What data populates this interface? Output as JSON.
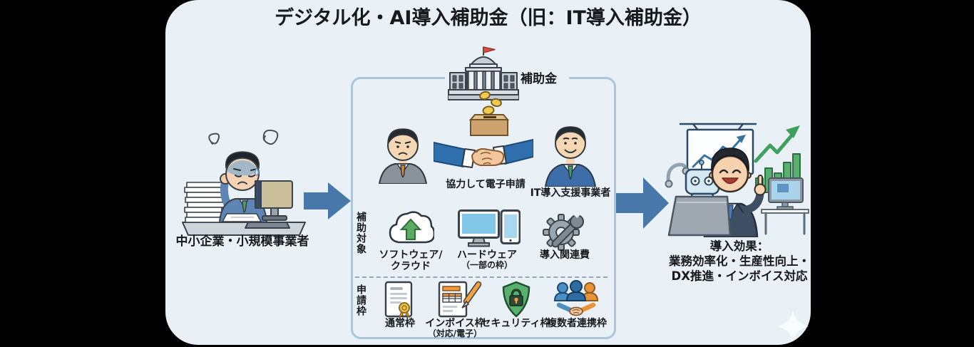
{
  "title": "デジタル化・AI導入補助金（旧：IT導入補助金）",
  "left_panel": {
    "caption": "中小企業・小規模事業者",
    "illustration": "stressed-office-worker"
  },
  "subsidy_box": {
    "source_label": "補助金",
    "application_label": "協力して電子申請",
    "vendor_label": "IT導入支援事業者",
    "target_section": {
      "row_label": "補助対象",
      "items": [
        {
          "line1": "ソフトウェア/",
          "line2": "クラウド",
          "icon": "cloud-upload-icon"
        },
        {
          "line1": "ハードウェア",
          "line2": "（一部の枠）",
          "icon": "hardware-devices-icon"
        },
        {
          "line1": "導入関連費",
          "line2": "",
          "icon": "gear-wrench-icon"
        }
      ]
    },
    "frames_section": {
      "row_label": "申請枠",
      "items": [
        {
          "line1": "通常枠",
          "line2": "",
          "icon": "certificate-document-icon"
        },
        {
          "line1": "インボイス枠",
          "line2": "（対応/電子）",
          "icon": "invoice-pencil-icon"
        },
        {
          "line1": "セキュリティ枠",
          "line2": "",
          "icon": "security-shield-icon"
        },
        {
          "line1": "複数者連携枠",
          "line2": "",
          "icon": "multi-party-collaboration-icon"
        }
      ]
    }
  },
  "right_panel": {
    "caption_line1": "導入効果：",
    "caption_line2": "業務効率化・生産性向上・",
    "caption_line3": "DX推進・インボイス対応",
    "illustration": "successful-dx-businessman"
  },
  "colors": {
    "page_bg": "#000000",
    "card_bg": "#e9f1f6",
    "box_border": "#a9c7db",
    "arrow_blue": "#4878aa",
    "text": "#17191c",
    "accent_green": "#57b06c",
    "accent_orange": "#f2a13c",
    "suit_blue": "#3e6ea9",
    "coin_gold": "#f1ca52"
  }
}
